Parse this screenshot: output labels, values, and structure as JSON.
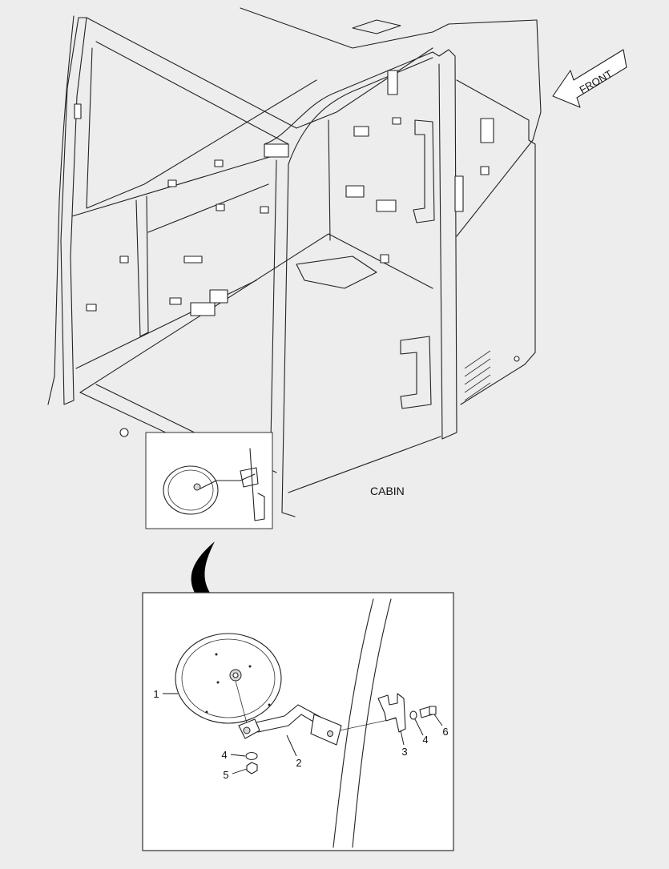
{
  "diagram": {
    "cabin_label": "CABIN",
    "front_label": "FRONT",
    "callouts": [
      {
        "id": "callout-1",
        "text": "1"
      },
      {
        "id": "callout-2",
        "text": "2"
      },
      {
        "id": "callout-3",
        "text": "3"
      },
      {
        "id": "callout-4-left",
        "text": "4"
      },
      {
        "id": "callout-4-right",
        "text": "4"
      },
      {
        "id": "callout-5",
        "text": "5"
      },
      {
        "id": "callout-6",
        "text": "6"
      }
    ]
  },
  "colors": {
    "background": "#ededed",
    "line": "#222222",
    "panel": "#ffffff"
  }
}
